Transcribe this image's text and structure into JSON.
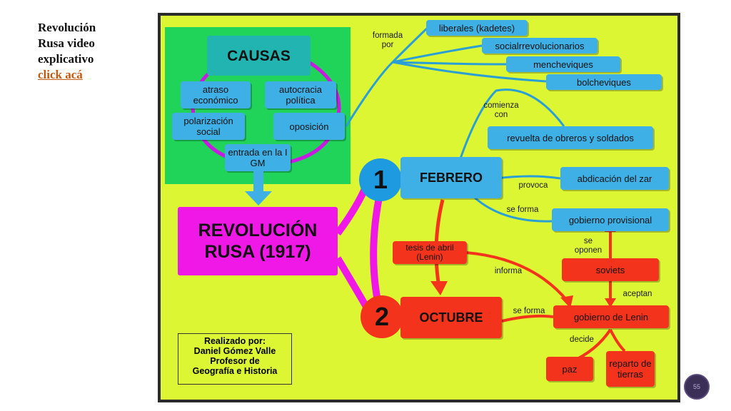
{
  "side_note": {
    "line1": "Revolución",
    "line2": "Rusa video",
    "line3": "explicativo",
    "link": "click acá"
  },
  "causes": {
    "title": "CAUSAS",
    "atraso": "atraso económico",
    "autocracia": "autocracia política",
    "polarizacion": "polarización social",
    "oposicion": "oposición",
    "entrada": "entrada en la I GM"
  },
  "main_title": "REVOLUCIÓN RUSA (1917)",
  "parties": {
    "connector": "formada por",
    "items": [
      "liberales (kadetes)",
      "socialrrevolucionarios",
      "mencheviques",
      "bolcheviques"
    ]
  },
  "february": {
    "number": "1",
    "label": "FEBRERO",
    "starts_connector": "comienza con",
    "starts": "revuelta de obreros y soldados",
    "provokes_connector": "provoca",
    "provokes": "abdicación del zar",
    "forms_connector": "se forma",
    "forms": "gobierno provisional"
  },
  "october": {
    "number": "2",
    "label": "OCTUBRE",
    "forms_connector": "se forma",
    "forms": "gobierno de Lenin",
    "decides_connector": "decide",
    "peace": "paz",
    "land": "reparto de tierras"
  },
  "april_theses": {
    "label": "tesis de abril (Lenin)",
    "informs_connector": "informa"
  },
  "soviets": {
    "label": "soviets",
    "oppose_connector": "se oponen",
    "accept_connector": "aceptan"
  },
  "credits": {
    "line1": "Realizado por:",
    "line2": "Daniel Gómez Valle",
    "line3": "Profesor de",
    "line4": "Geografía e Historia"
  },
  "page_number": "55",
  "colors": {
    "background": "#dcf634",
    "causes_panel": "#20d45a",
    "blue_box": "#3fb0e5",
    "red_box": "#f4331c",
    "magenta": "#f018e6",
    "teal": "#21b4b0"
  }
}
